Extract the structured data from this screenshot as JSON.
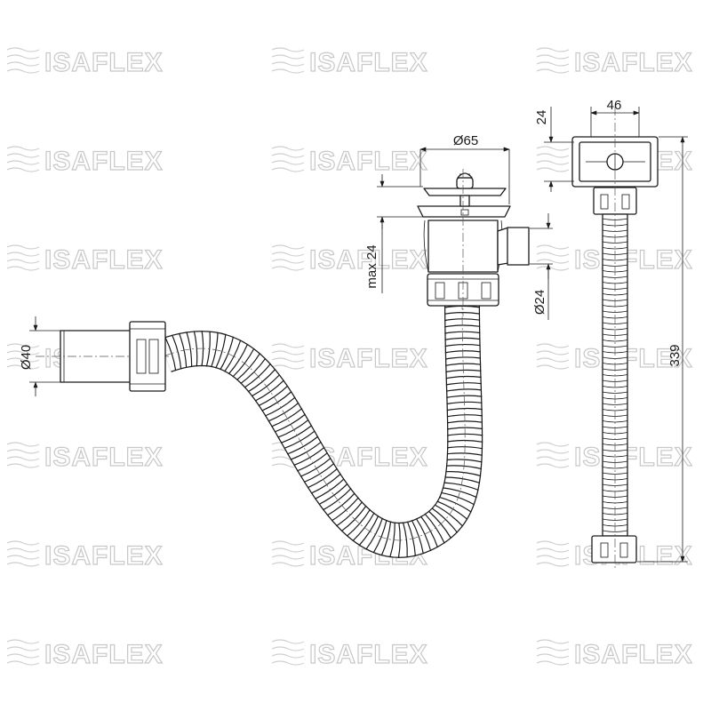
{
  "watermark": {
    "brand": "ISAFLEX"
  },
  "dimensions": {
    "strainer_diameter": "Ø65",
    "adjust_height": "max 24",
    "overflow_diameter": "Ø24",
    "outlet_diameter": "Ø40",
    "overflow_width": "46",
    "overflow_height": "24",
    "overflow_length": "339"
  }
}
